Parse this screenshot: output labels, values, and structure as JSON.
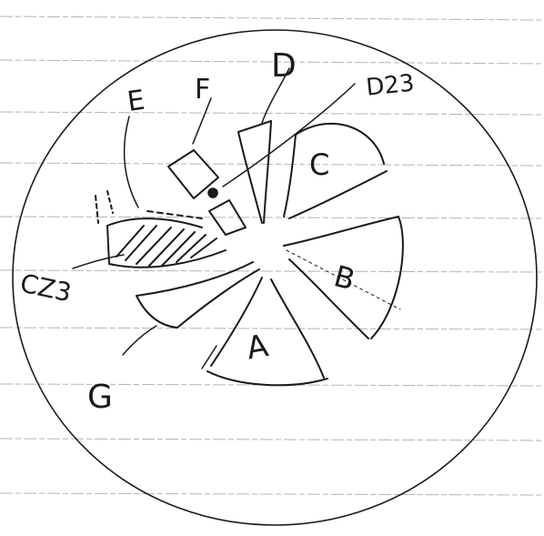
{
  "diagram": {
    "labels": {
      "a": "A",
      "b": "B",
      "c": "C",
      "d": "D",
      "d23": "D23",
      "e": "E",
      "f": "F",
      "g": "G",
      "cz3": "CZ3"
    }
  },
  "colors": {
    "ink": "#1a1a1a",
    "paper": "#ffffff",
    "ruled_line": "#9a9a9a"
  }
}
